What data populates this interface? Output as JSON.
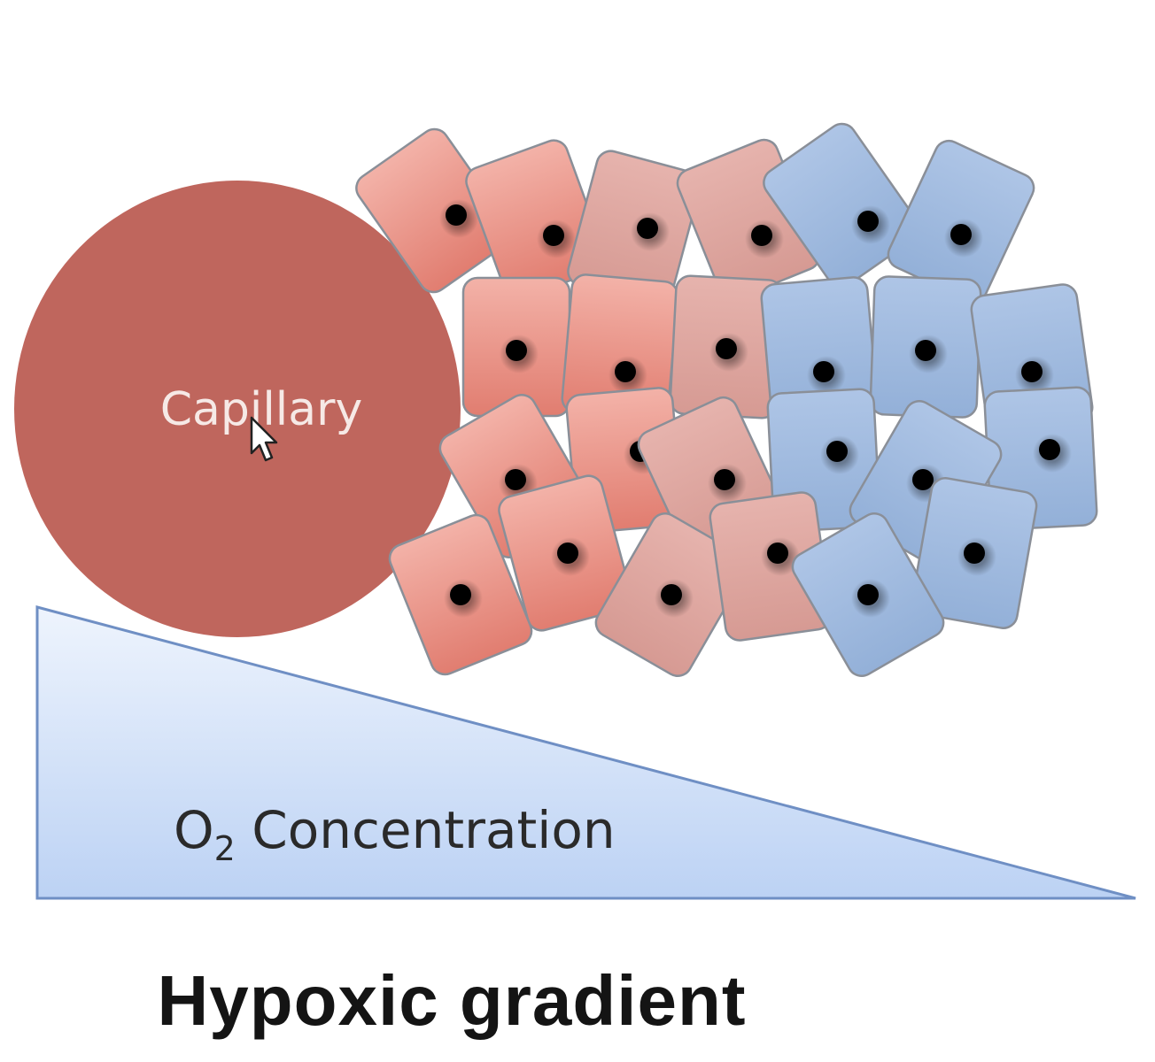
{
  "diagram": {
    "capillary_label": "Capillary",
    "gradient_label_prefix": "O",
    "gradient_label_subscript": "2",
    "gradient_label_suffix": " Concentration",
    "caption": "Hypoxic gradient"
  },
  "colors": {
    "capillary": "#bf665d",
    "cell_oxygenated": "#eaa096",
    "cell_intermediate": "#dba29b",
    "cell_hypoxic": "#9fb8da",
    "cell_border": "#8a8f98",
    "nucleus": "#000000",
    "gradient_fill": "#c9dcf7",
    "gradient_edge": "#6f8fc4"
  },
  "icons": [
    "mouse-cursor-icon"
  ]
}
